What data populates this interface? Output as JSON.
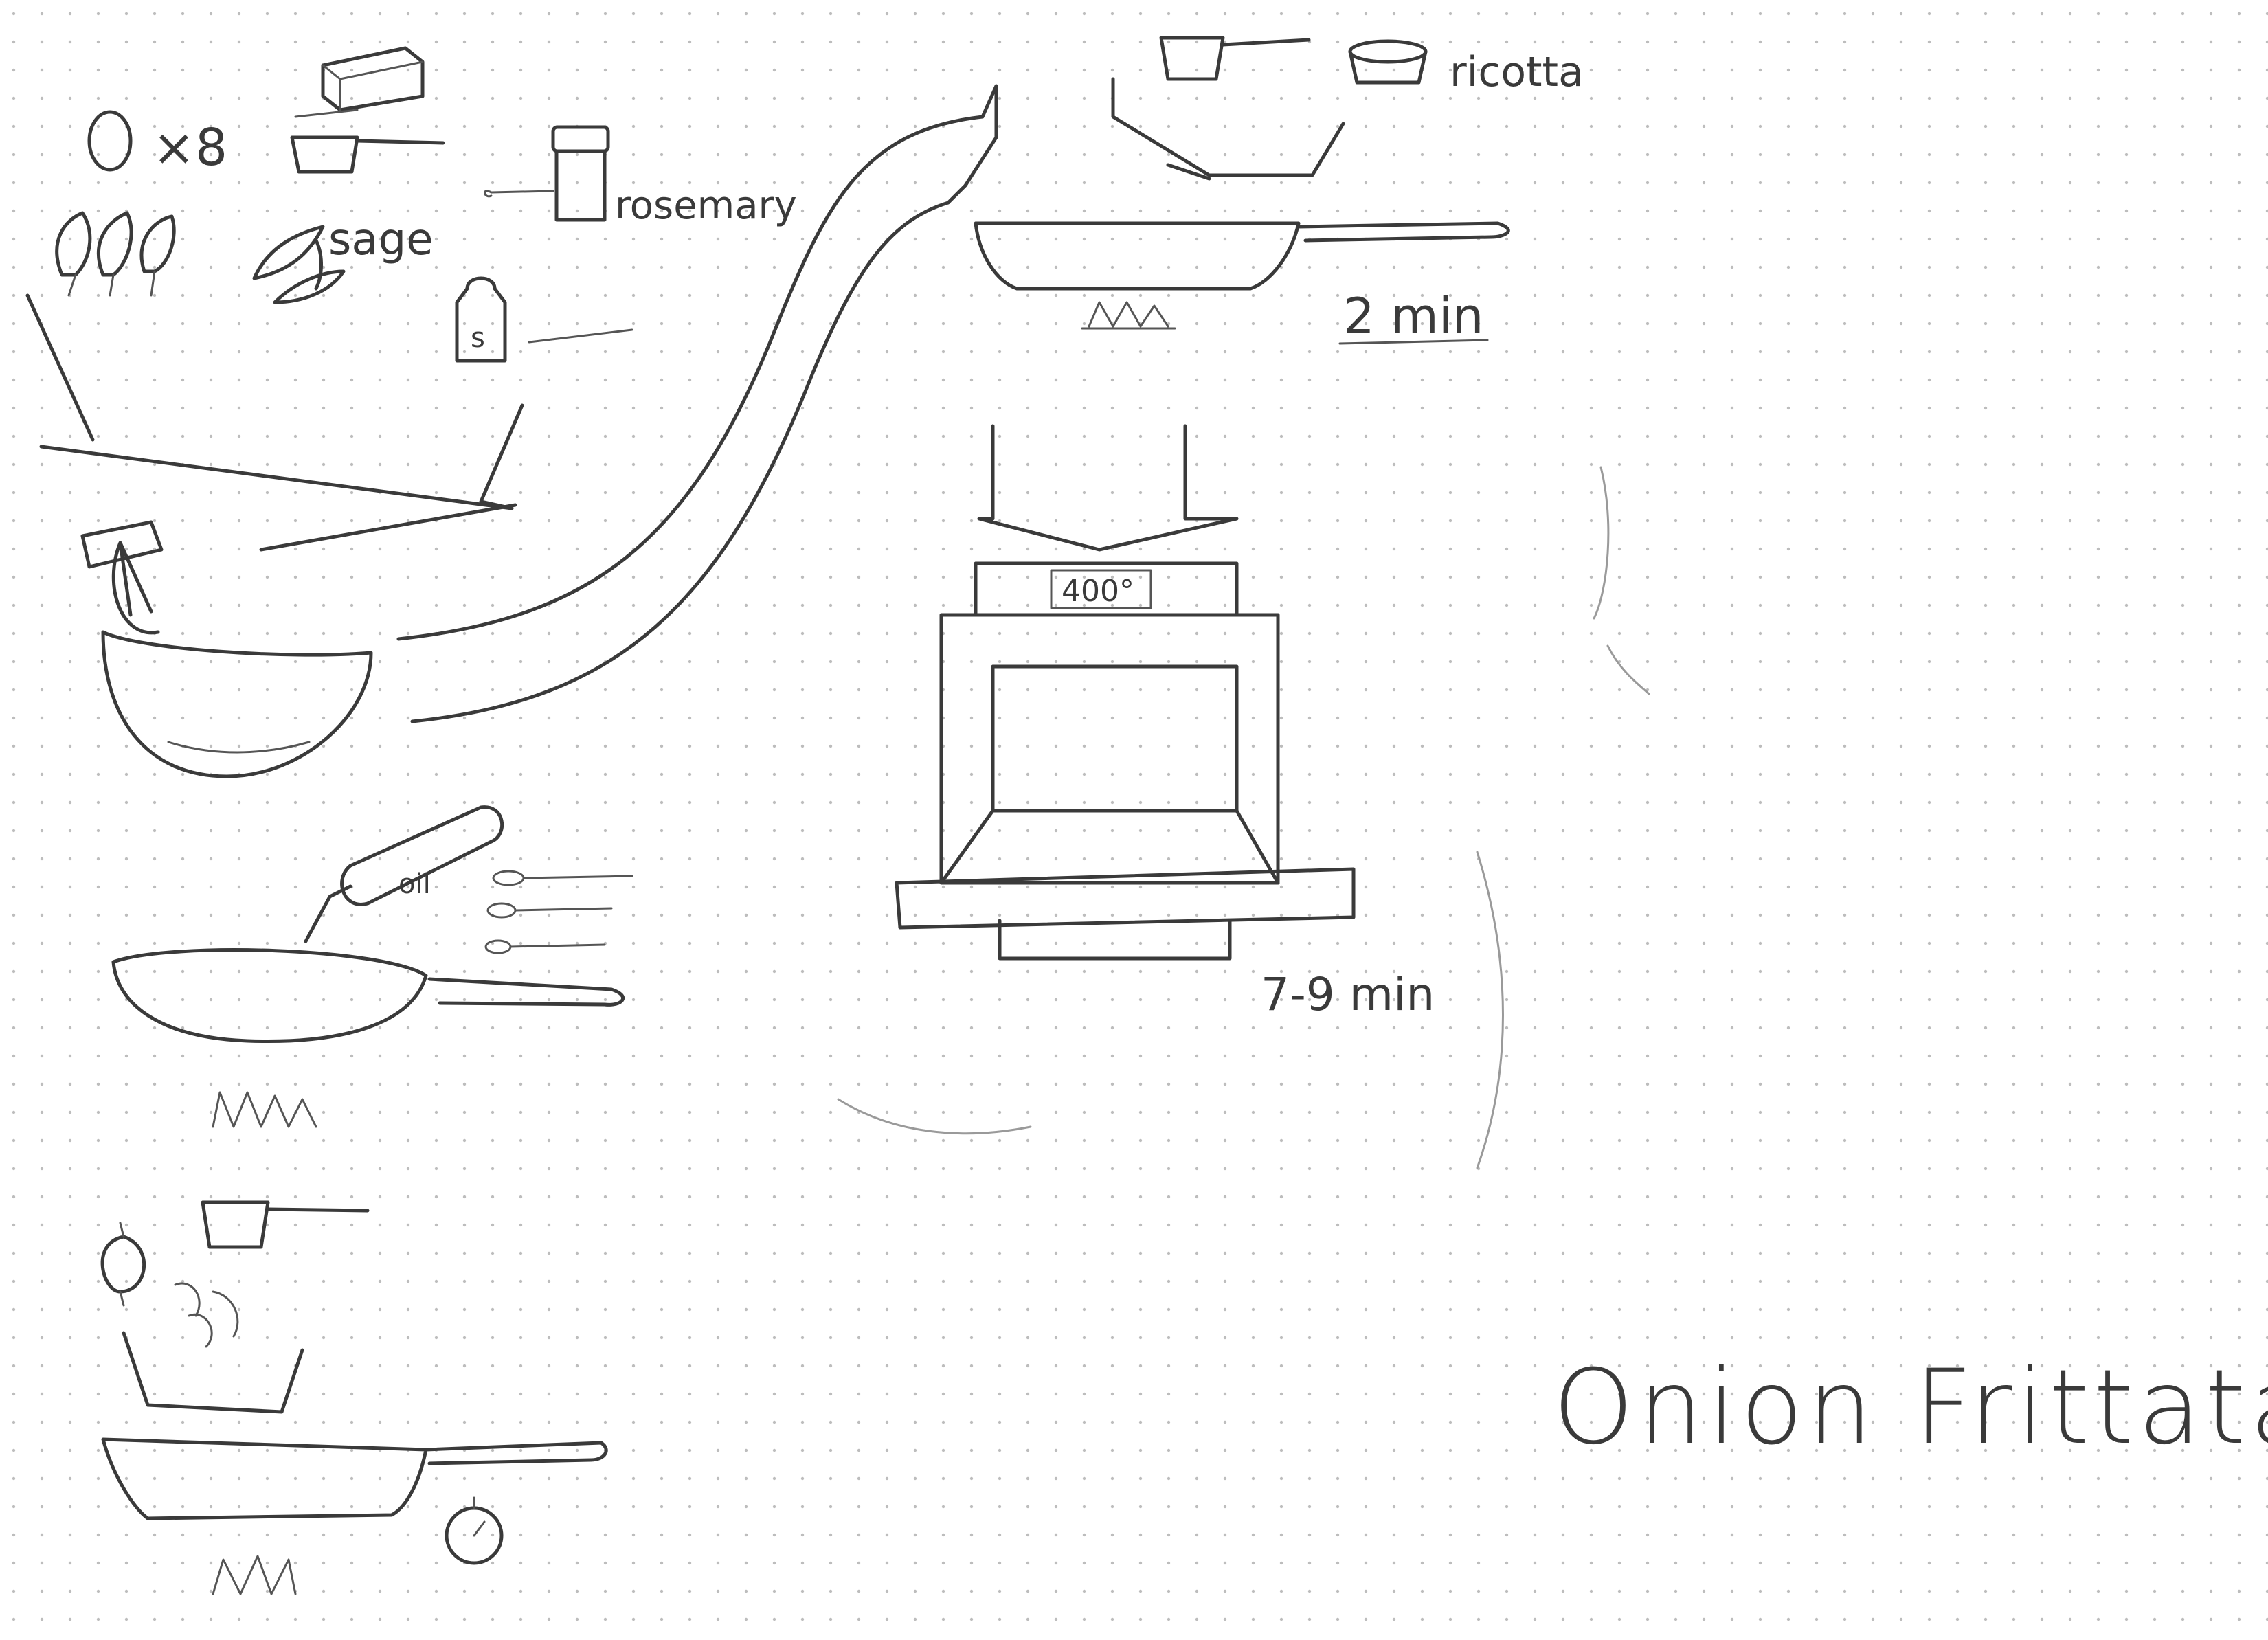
{
  "title": "Onion Frittata",
  "ingredients": {
    "egg_count": "×8",
    "herb_sage": "sage",
    "herb_rosemary": "rosemary",
    "salt_letter": "s",
    "oil": "oil",
    "cheese": "ricotta"
  },
  "oven": {
    "temperature": "400°",
    "time": "7-9 min"
  },
  "stovetop": {
    "time": "2 min"
  },
  "colors": {
    "pencil": "#3a3a3a",
    "paper": "#ffffff",
    "dots": "#bdbdbd"
  }
}
